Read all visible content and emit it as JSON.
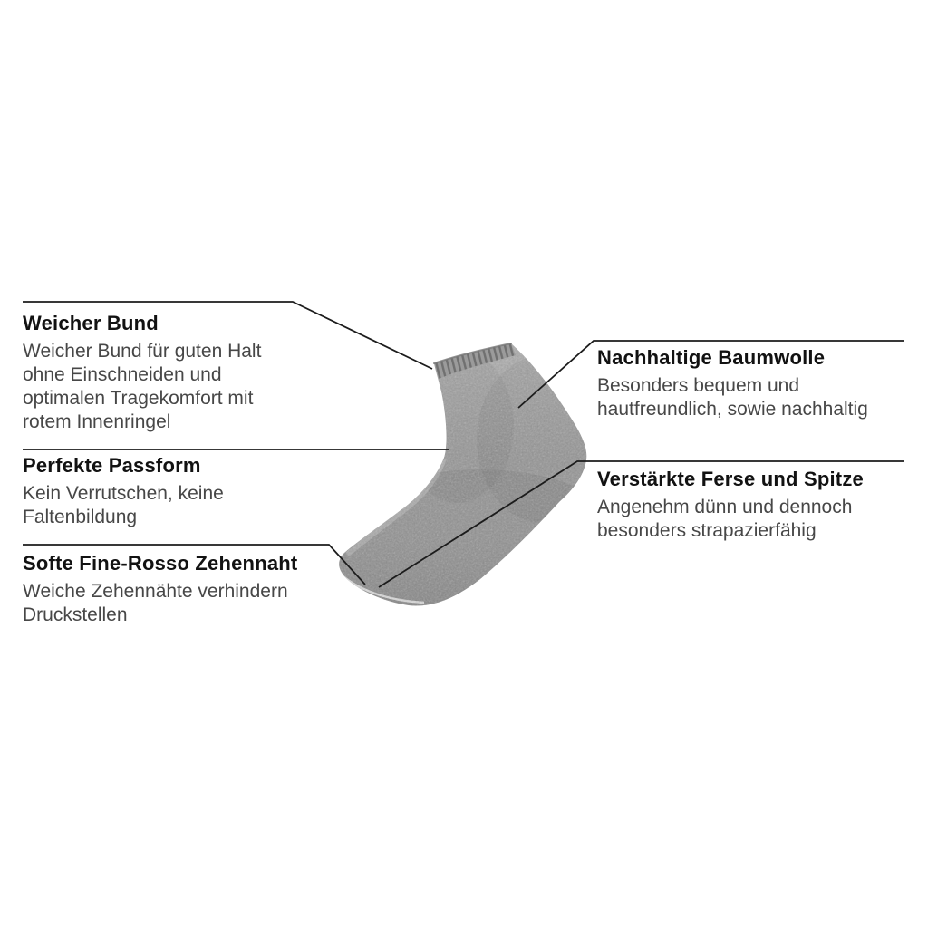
{
  "page": {
    "background_color": "#ffffff",
    "line_color": "#1c1c1c",
    "heading_color": "#121212",
    "body_text_color": "#474747",
    "sock_base_color": "#9d9d9d",
    "sock_cuff_color": "#8f8f8f"
  },
  "features": {
    "weicher_bund": {
      "title": "Weicher Bund",
      "description": "Weicher Bund für guten Halt ohne Einschneiden und optimalen Tragekomfort mit rotem Innenringel"
    },
    "perfekte_passform": {
      "title": "Perfekte Passform",
      "description": "Kein Verrutschen, keine Faltenbildung"
    },
    "softe_zehennaht": {
      "title": "Softe Fine-Rosso Zehennaht",
      "description": "Weiche Zehennähte verhindern Druckstellen"
    },
    "nachhaltige_baumwolle": {
      "title": "Nachhaltige Baumwolle",
      "description": "Besonders bequem und hautfreundlich, sowie nachhaltig"
    },
    "verstaerkte_ferse": {
      "title": "Verstärkte Ferse und Spitze",
      "description": "Angenehm dünn und dennoch besonders strapazierfähig"
    }
  }
}
